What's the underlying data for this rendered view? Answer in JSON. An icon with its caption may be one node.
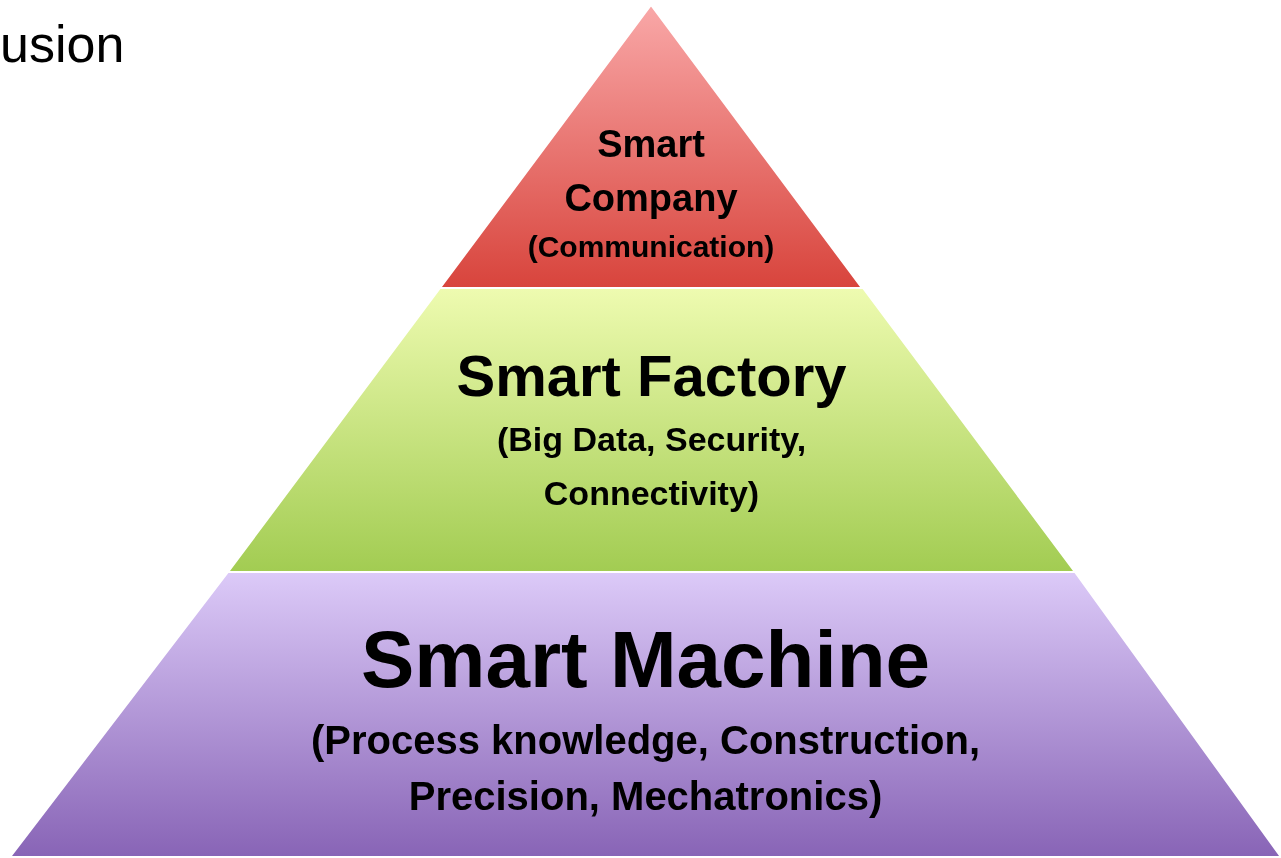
{
  "diagram": {
    "nodes": [
      {
        "text": [
          "Smart Company",
          "(Communication)"
        ]
      },
      {
        "text": [
          "Smart Factory",
          "(Big Data, Security, Connectivity)"
        ]
      },
      {
        "text": [
          "Smart Machine",
          "(Process knowledge, Construction, Precision, Mechatronics)"
        ]
      }
    ],
    "labels": [
      "usion"
    ]
  }
}
